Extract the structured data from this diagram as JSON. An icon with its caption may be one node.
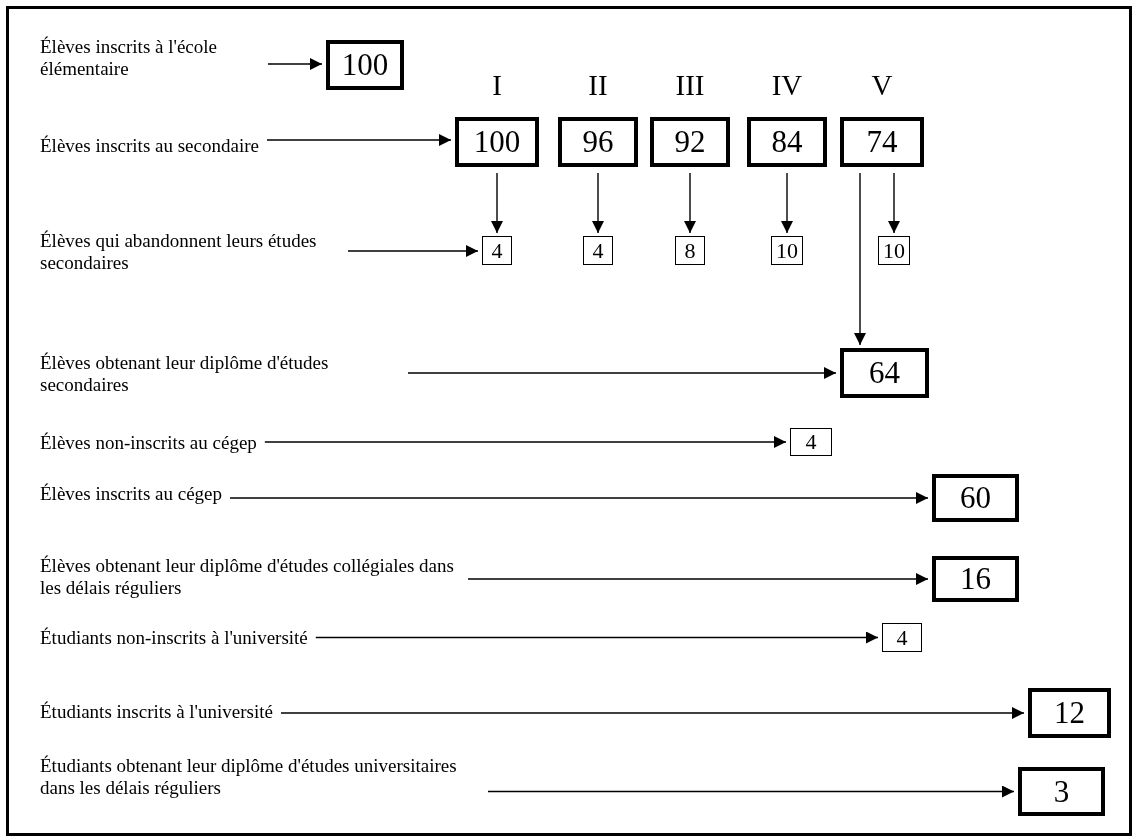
{
  "diagram": {
    "nodes": [
      {
        "text": [
          "Élèves inscrits à l'école élémentaire"
        ]
      },
      {
        "text": [
          "100"
        ]
      },
      {
        "text": [
          "Élèves inscrits au secondaire"
        ]
      },
      {
        "text": [
          "100"
        ],
        "beside": [
          "I"
        ]
      },
      {
        "text": [
          "96"
        ],
        "beside": [
          "II"
        ]
      },
      {
        "text": [
          "92"
        ],
        "beside": [
          "III"
        ]
      },
      {
        "text": [
          "84"
        ],
        "beside": [
          "IV"
        ]
      },
      {
        "text": [
          "74"
        ],
        "beside": [
          "V"
        ]
      },
      {
        "text": [
          "Élèves qui abandonnent leurs études secondaires"
        ]
      },
      {
        "text": [
          "4"
        ]
      },
      {
        "text": [
          "4"
        ]
      },
      {
        "text": [
          "8"
        ]
      },
      {
        "text": [
          "10"
        ]
      },
      {
        "text": [
          "10"
        ]
      },
      {
        "text": [
          "Élèves obtenant leur diplôme d'études secondaires"
        ]
      },
      {
        "text": [
          "64"
        ]
      },
      {
        "text": [
          "Élèves non-inscrits au cégep"
        ]
      },
      {
        "text": [
          "4"
        ]
      },
      {
        "text": [
          "Élèves inscrits au cégep"
        ]
      },
      {
        "text": [
          "60"
        ]
      },
      {
        "text": [
          "Élèves obtenant leur diplôme d'études collégiales dans les délais réguliers"
        ]
      },
      {
        "text": [
          "16"
        ]
      },
      {
        "text": [
          "Étudiants non-inscrits à l'université"
        ]
      },
      {
        "text": [
          "4"
        ]
      },
      {
        "text": [
          "Étudiants inscrits à l'université"
        ]
      },
      {
        "text": [
          "12"
        ]
      },
      {
        "text": [
          "Étudiants obtenant leur diplôme d'études universitaires dans les délais réguliers"
        ]
      },
      {
        "text": [
          "3"
        ]
      }
    ],
    "edges": [
      {
        "from": 0,
        "to": 1,
        "arrow": "to"
      },
      {
        "from": 2,
        "to": 3,
        "arrow": "to"
      },
      {
        "from": 3,
        "to": 9,
        "arrow": "to"
      },
      {
        "from": 4,
        "to": 10,
        "arrow": "to"
      },
      {
        "from": 5,
        "to": 11,
        "arrow": "to"
      },
      {
        "from": 6,
        "to": 12,
        "arrow": "to"
      },
      {
        "from": 7,
        "to": 13,
        "arrow": "to"
      },
      {
        "from": 8,
        "to": 9,
        "arrow": "to"
      },
      {
        "from": 7,
        "to": 15,
        "arrow": "to"
      },
      {
        "from": 14,
        "to": 15,
        "arrow": "to"
      },
      {
        "from": 16,
        "to": 17,
        "arrow": "to"
      },
      {
        "from": 18,
        "to": 19,
        "arrow": "to"
      },
      {
        "from": 20,
        "to": 21,
        "arrow": "to"
      },
      {
        "from": 22,
        "to": 23,
        "arrow": "to"
      },
      {
        "from": 24,
        "to": 25,
        "arrow": "to"
      },
      {
        "from": 26,
        "to": 27,
        "arrow": "to"
      }
    ]
  }
}
